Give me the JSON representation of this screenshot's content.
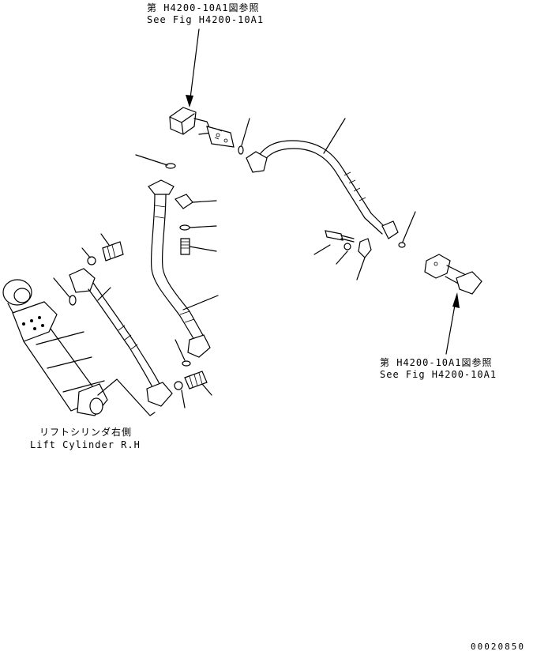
{
  "refs": {
    "top": {
      "line1": "第 H4200-10A1図参照",
      "line2": "See Fig H4200-10A1"
    },
    "right": {
      "line1": "第 H4200-10A1図参照",
      "line2": "See Fig H4200-10A1"
    }
  },
  "cylinder_label": {
    "jp": "リフトシリンダ右側",
    "en": "Lift Cylinder R.H"
  },
  "drawing_number": "00020850"
}
